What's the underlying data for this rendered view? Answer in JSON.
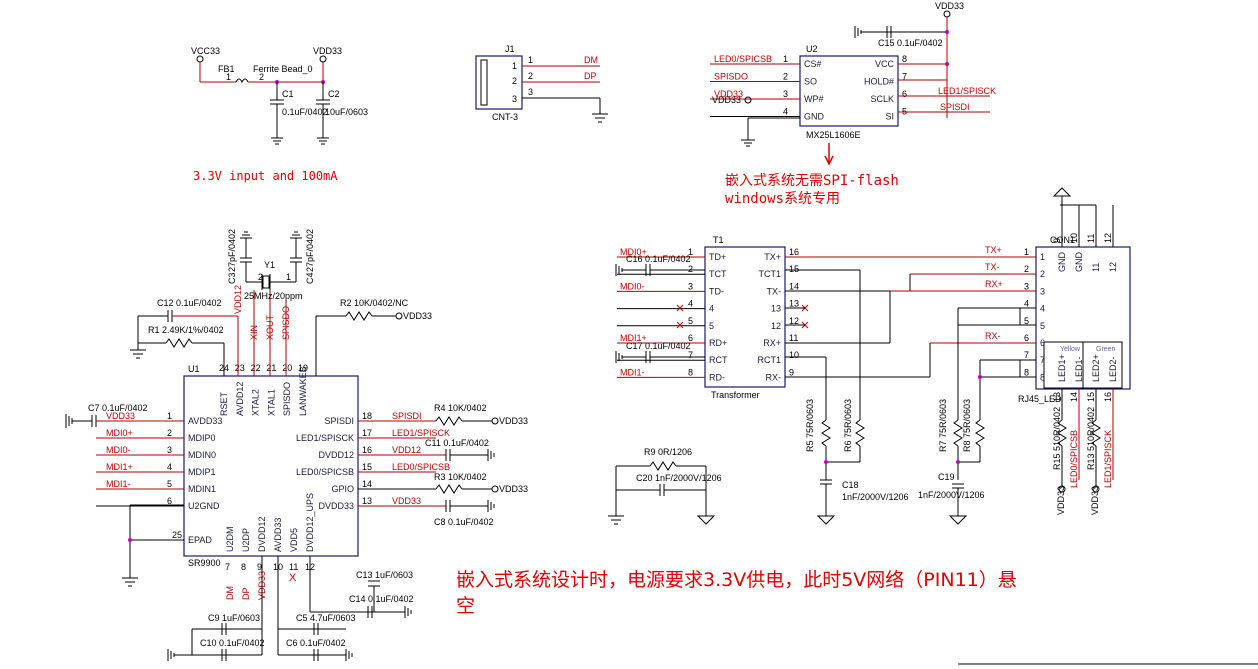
{
  "power": {
    "vcc33": "VCC33",
    "vdd33": "VDD33",
    "fb1": "FB1",
    "fb1_name": "Ferrite Bead_0",
    "c1": "C1",
    "c1_val": "0.1uF/0402",
    "c2": "C2",
    "c2_val": "10uF/0603",
    "note": "3.3V input and 100mA"
  },
  "j1": {
    "ref": "J1",
    "name": "CNT-3",
    "pins": [
      "1",
      "2",
      "3"
    ],
    "nets": [
      "DM",
      "DP"
    ]
  },
  "u2": {
    "ref": "U2",
    "part": "MX25L1606E",
    "c15": "C15",
    "c15_val": "0.1uF/0402",
    "vdd33": "VDD33",
    "left_pins": [
      {
        "num": "1",
        "name": "CS#",
        "net": "LED0/SPICSB"
      },
      {
        "num": "2",
        "name": "SO",
        "net": "SPISDO"
      },
      {
        "num": "3",
        "name": "WP#",
        "net": "VDD33"
      },
      {
        "num": "4",
        "name": "GND",
        "net": ""
      }
    ],
    "right_pins": [
      {
        "num": "8",
        "name": "VCC",
        "net": ""
      },
      {
        "num": "7",
        "name": "HOLD#",
        "net": ""
      },
      {
        "num": "6",
        "name": "SCLK",
        "net": "LED1/SPISCK"
      },
      {
        "num": "5",
        "name": "SI",
        "net": "SPISDI"
      }
    ],
    "note1": "嵌入式系统无需SPI-flash",
    "note2": "windows系统专用"
  },
  "u1": {
    "ref": "U1",
    "part": "SR9900",
    "left_pins": [
      {
        "num": "1",
        "name": "AVDD33",
        "net": "VDD33"
      },
      {
        "num": "2",
        "name": "MDIP0",
        "net": "MDI0+"
      },
      {
        "num": "3",
        "name": "MDIN0",
        "net": "MDI0-"
      },
      {
        "num": "4",
        "name": "MDIP1",
        "net": "MDI1+"
      },
      {
        "num": "5",
        "name": "MDIN1",
        "net": "MDI1-"
      },
      {
        "num": "6",
        "name": "U2GND",
        "net": ""
      },
      {
        "num": "25",
        "name": "EPAD",
        "net": ""
      }
    ],
    "right_pins": [
      {
        "num": "18",
        "name": "SPISDI",
        "net": "SPISDI"
      },
      {
        "num": "17",
        "name": "LED1/SPISCK",
        "net": "LED1/SPISCK"
      },
      {
        "num": "16",
        "name": "DVDD12",
        "net": "VDD12"
      },
      {
        "num": "15",
        "name": "LED0/SPICSB",
        "net": "LED0/SPICSB"
      },
      {
        "num": "14",
        "name": "GPIO",
        "net": ""
      },
      {
        "num": "13",
        "name": "DVDD33",
        "net": "VDD33"
      }
    ],
    "top_pins": [
      {
        "num": "24",
        "name": "RSET"
      },
      {
        "num": "23",
        "name": "AVDD12"
      },
      {
        "num": "22",
        "name": "XTAL2"
      },
      {
        "num": "21",
        "name": "XTAL1"
      },
      {
        "num": "20",
        "name": "SPISDO"
      },
      {
        "num": "19",
        "name": "LANWAKEB"
      }
    ],
    "top_nets": [
      "VDD12",
      "XIN",
      "XOUT",
      "SPISDO"
    ],
    "bottom_pins": [
      {
        "num": "7",
        "name": "U2DM",
        "net": "DM"
      },
      {
        "num": "8",
        "name": "U2DP",
        "net": "DP"
      },
      {
        "num": "9",
        "name": "DVDD12",
        "net": "VDD33"
      },
      {
        "num": "10",
        "name": "AVDD33",
        "net": ""
      },
      {
        "num": "11",
        "name": "VDD5",
        "net": ""
      },
      {
        "num": "12",
        "name": "DVDD12_UPS",
        "net": ""
      }
    ],
    "x_mark": "X"
  },
  "parts": {
    "c12": "C12",
    "c12_val": "0.1uF/0402",
    "r1": "R1",
    "r1_val": "2.49K/1%/0402",
    "c3": "C3",
    "c3_val": "27pF/0402",
    "c4": "C4",
    "c4_val": "27pF/0402",
    "y1": "Y1",
    "y1_val": "25MHz/20ppm",
    "y1_p1": "1",
    "y1_p2": "2",
    "r2": "R2",
    "r2_val": "10K/0402/NC",
    "c7": "C7",
    "c7_val": "0.1uF/0402",
    "r4": "R4",
    "r4_val": "10K/0402",
    "c11": "C11",
    "c11_val": "0.1uF/0402",
    "r3": "R3",
    "r3_val": "10K/0402",
    "c8": "C8",
    "c8_val": "0.1uF/0402",
    "c9": "C9",
    "c9_val": "1uF/0603",
    "c10": "C10",
    "c10_val": "0.1uF/0402",
    "c5": "C5",
    "c5_val": "4.7uF/0603",
    "c6": "C6",
    "c6_val": "0.1uF/0402",
    "c13": "C13",
    "c13_val": "1uF/0603",
    "c14": "C14",
    "c14_val": "0.1uF/0402",
    "c16": "C16",
    "c16_val": "0.1uF/0402",
    "c17": "C17",
    "c17_val": "0.1uF/0402",
    "c18": "C18",
    "c18_val": "1nF/2000V/1206",
    "c19": "C19",
    "c19_val": "1nF/2000V/1206",
    "c20": "C20",
    "c20_val": "1nF/2000V/1206",
    "r9": "R9",
    "r9_val": "0R/1206",
    "r5": "R5",
    "r5_val": "75R/0603",
    "r6": "R6",
    "r6_val": "75R/0603",
    "r7": "R7",
    "r7_val": "75R/0603",
    "r8": "R8",
    "r8_val": "75R/0603",
    "r15": "R15",
    "r15_val": "510R/0402",
    "r13": "R13",
    "r13_val": "510R/0402"
  },
  "t1": {
    "ref": "T1",
    "name": "Transformer",
    "left_pins": [
      {
        "num": "1",
        "name": "TD+",
        "net": "MDI0+"
      },
      {
        "num": "2",
        "name": "TCT",
        "net": ""
      },
      {
        "num": "3",
        "name": "TD-",
        "net": "MDI0-"
      },
      {
        "num": "4",
        "name": "4",
        "net": ""
      },
      {
        "num": "5",
        "name": "5",
        "net": ""
      },
      {
        "num": "6",
        "name": "RD+",
        "net": "MDI1+"
      },
      {
        "num": "7",
        "name": "RCT",
        "net": ""
      },
      {
        "num": "8",
        "name": "RD-",
        "net": "MDI1-"
      }
    ],
    "right_pins": [
      {
        "num": "16",
        "name": "TX+"
      },
      {
        "num": "15",
        "name": "TCT1"
      },
      {
        "num": "14",
        "name": "TX-"
      },
      {
        "num": "13",
        "name": "13"
      },
      {
        "num": "12",
        "name": "12"
      },
      {
        "num": "11",
        "name": "RX+"
      },
      {
        "num": "10",
        "name": "RCT1"
      },
      {
        "num": "9",
        "name": "RX-"
      }
    ]
  },
  "con1": {
    "ref": "CON1",
    "name": "RJ45_LED",
    "left_pins": [
      "1",
      "2",
      "3",
      "4",
      "5",
      "6",
      "7",
      "8"
    ],
    "nets": [
      "TX+",
      "TX-",
      "RX+",
      "RX-"
    ],
    "top_pins": [
      {
        "num": "9",
        "name": "GND"
      },
      {
        "num": "10",
        "name": "GND"
      },
      {
        "num": "11",
        "name": "11"
      },
      {
        "num": "12",
        "name": "12"
      }
    ],
    "yellow": "Yellow",
    "green": "Green",
    "led_pins": [
      {
        "num": "13",
        "name": "LED1+"
      },
      {
        "num": "14",
        "name": "LED1-"
      },
      {
        "num": "15",
        "name": "LED2+"
      },
      {
        "num": "16",
        "name": "LED2-"
      }
    ],
    "led_nets": [
      "LED0/SPICSB",
      "LED1/SPISCK"
    ],
    "vdd33": "VDD33"
  },
  "notes": {
    "bottom_line1": "嵌入式系统设计时，电源要求3.3V供电，此时5V网络（PIN11）悬",
    "bottom_line2": "空"
  }
}
